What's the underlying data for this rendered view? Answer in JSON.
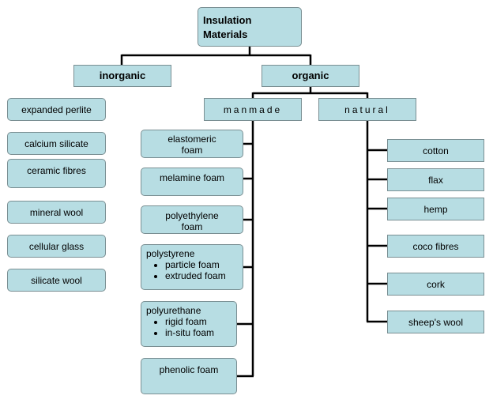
{
  "root": {
    "line1": "Insulation",
    "line2": "Materials"
  },
  "categories": {
    "inorganic": "inorganic",
    "organic": "organic"
  },
  "organic_branches": {
    "manmade": "manmade",
    "natural": "natural"
  },
  "inorganic_items": [
    "expanded perlite",
    "calcium silicate",
    "ceramic fibres",
    "mineral wool",
    "cellular glass",
    "silicate wool"
  ],
  "manmade_items": {
    "elastomeric": {
      "line1": "elastomeric",
      "line2": "foam"
    },
    "melamine": "melamine foam",
    "polyethylene": {
      "line1": "polyethylene",
      "line2": "foam"
    },
    "polystyrene": {
      "title": "polystyrene",
      "items": [
        "particle foam",
        "extruded foam"
      ]
    },
    "polyurethane": {
      "title": "polyurethane",
      "items": [
        "rigid foam",
        "in-situ foam"
      ]
    },
    "phenolic": "phenolic foam"
  },
  "natural_items": [
    "cotton",
    "flax",
    "hemp",
    "coco fibres",
    "cork",
    "sheep's wool"
  ],
  "colors": {
    "box_fill": "#b7dde3",
    "box_border": "#7a8f93",
    "line": "#000000"
  }
}
